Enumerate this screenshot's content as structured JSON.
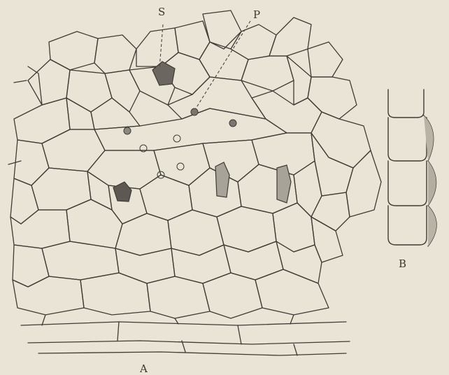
{
  "figure": {
    "label_main": "A",
    "label_inset": "B",
    "label_stoma": "S",
    "label_pore": "P"
  },
  "colors": {
    "background": "#e9e4d6",
    "ink": "#3f3b35",
    "dark_fill": "#6b6660",
    "stipple_fill": "#a8a398"
  }
}
